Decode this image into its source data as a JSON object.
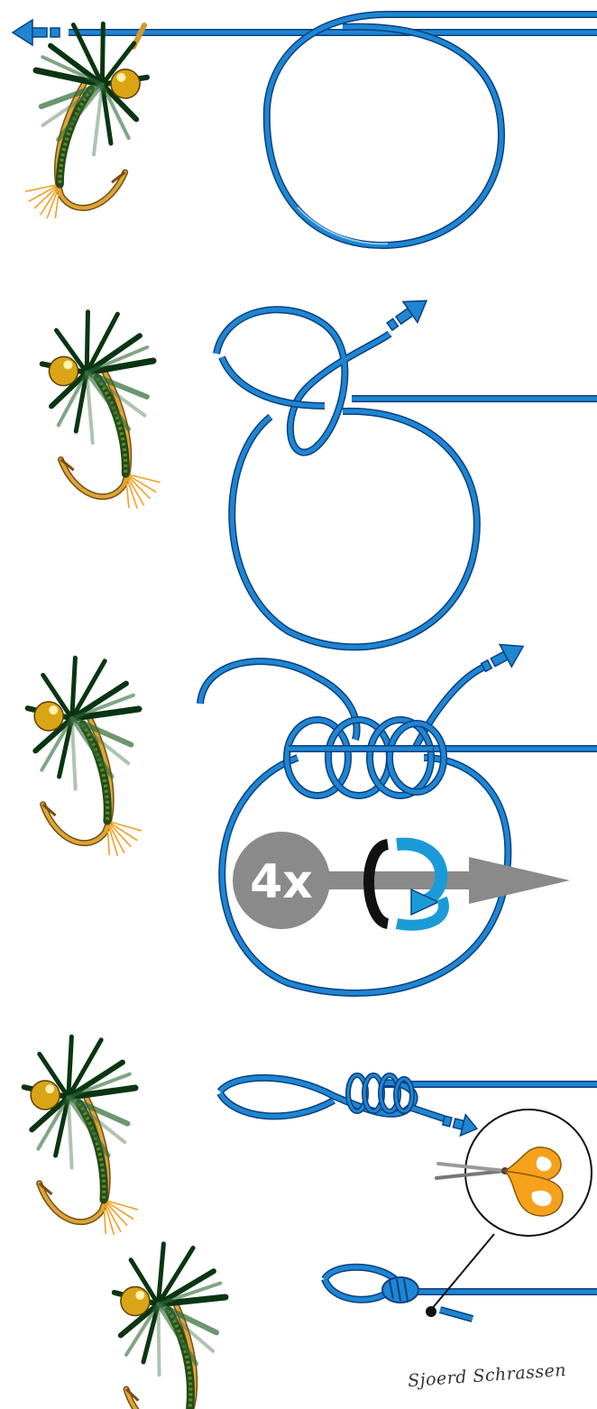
{
  "steps": [
    {
      "id": 1,
      "name": "form-loop"
    },
    {
      "id": 2,
      "name": "thread-through-eye"
    },
    {
      "id": 3,
      "name": "wrap-turns"
    },
    {
      "id": 4,
      "name": "tighten-and-trim"
    }
  ],
  "wrap_badge": {
    "text": "4x"
  },
  "signature": "Sjoerd Schrassen",
  "colors": {
    "line": "#1e86d2",
    "line_dark": "#0c3f80",
    "line_light": "#8cc8ef",
    "feather_dark": "#0a3512",
    "feather_mid": "#2f6a35",
    "bead_gold": "#d9a514",
    "hook_gold": "#d09a2a",
    "tail_orange": "#f2a021",
    "grey_arrow": "#8a8a8a",
    "scissors_orange": "#f5a11c"
  },
  "icons": [
    "fly-icon",
    "bead-icon",
    "hook-icon",
    "direction-arrow-icon",
    "rotation-icon",
    "scissors-icon"
  ]
}
